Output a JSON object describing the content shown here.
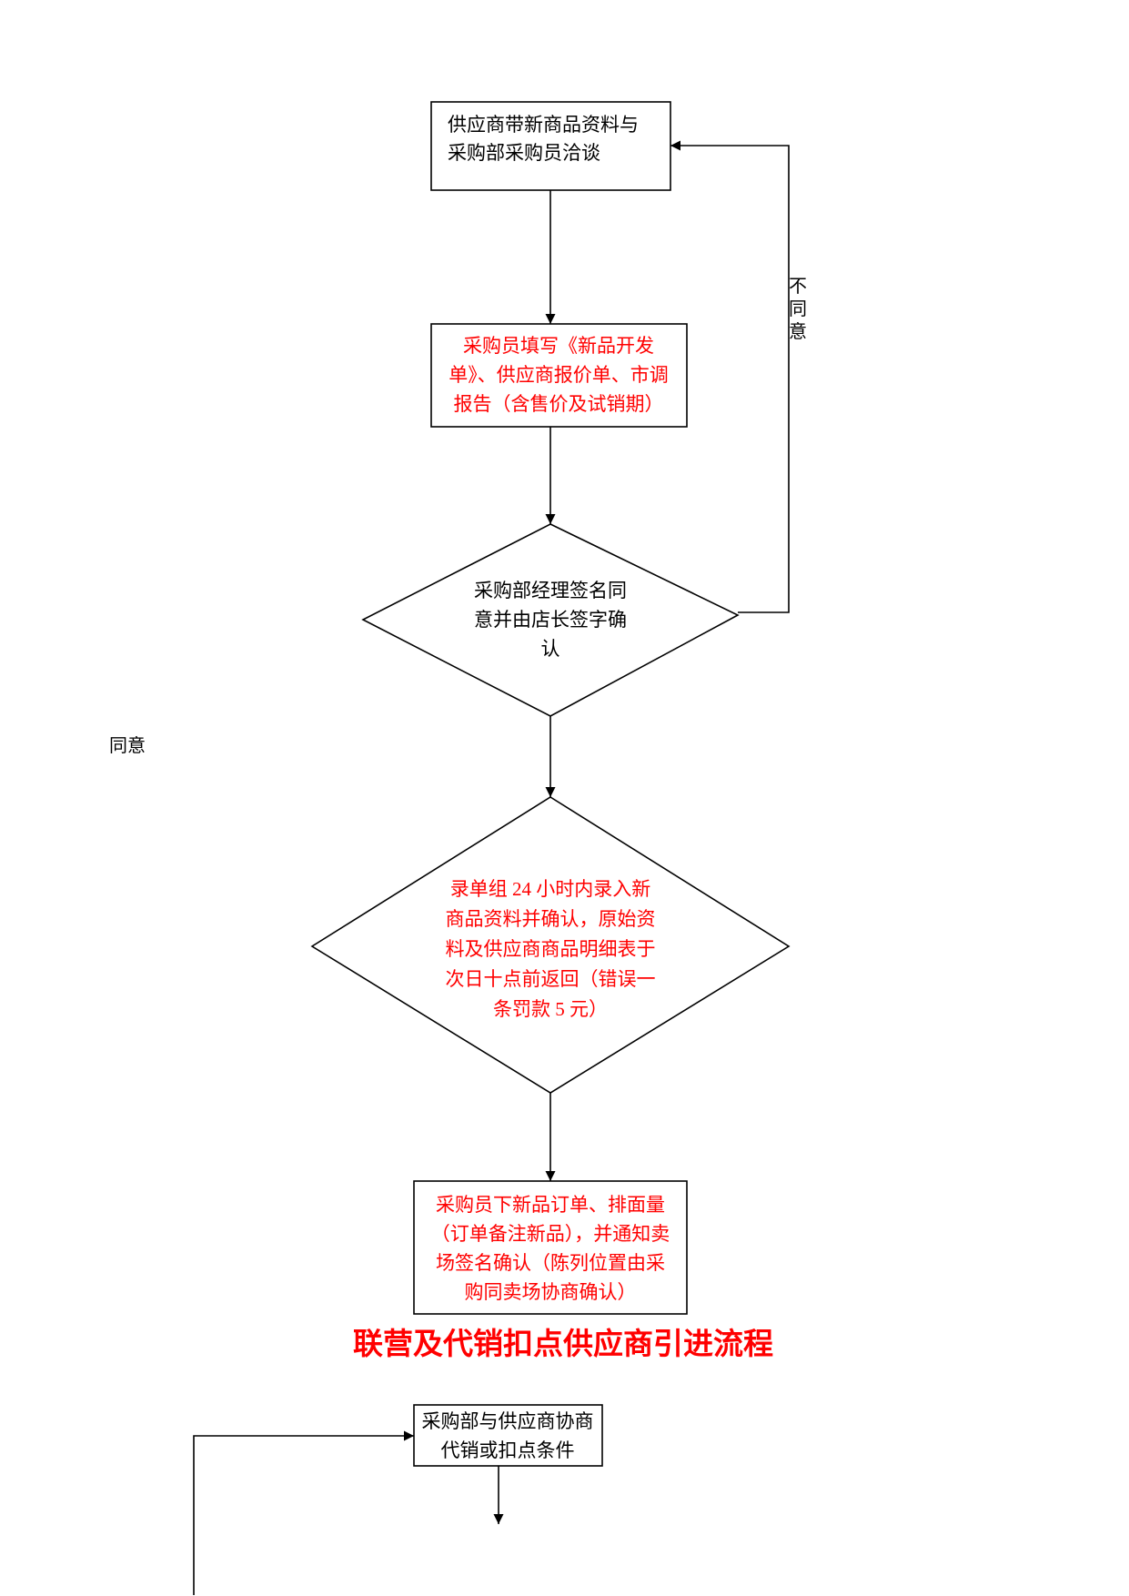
{
  "colors": {
    "accent": "#ff0000",
    "stroke": "#000000"
  },
  "flow1": {
    "step1": {
      "lines": [
        "供应商带新商品资料与",
        "采购部采购员洽谈"
      ]
    },
    "step2": {
      "lines": [
        "采购员填写《新品开发",
        "单》、供应商报价单、市调",
        "报告（含售价及试销期）"
      ]
    },
    "decision1": {
      "lines": [
        "采购部经理签名同",
        "意并由店长签字确",
        "认"
      ]
    },
    "reject_label": [
      "不",
      "同",
      "意"
    ],
    "approve_label": "同意",
    "decision2": {
      "lines": [
        "录单组 24 小时内录入新",
        "商品资料并确认，原始资",
        "料及供应商商品明细表于",
        "次日十点前返回（错误一",
        "条罚款 5 元）"
      ]
    },
    "step3": {
      "lines": [
        "采购员下新品订单、排面量",
        "（订单备注新品），并通知卖",
        "场签名确认（陈列位置由采",
        "购同卖场协商确认）"
      ]
    }
  },
  "title": "联营及代销扣点供应商引进流程",
  "flow2": {
    "step1": {
      "lines": [
        "采购部与供应商协商",
        "代销或扣点条件"
      ]
    }
  }
}
